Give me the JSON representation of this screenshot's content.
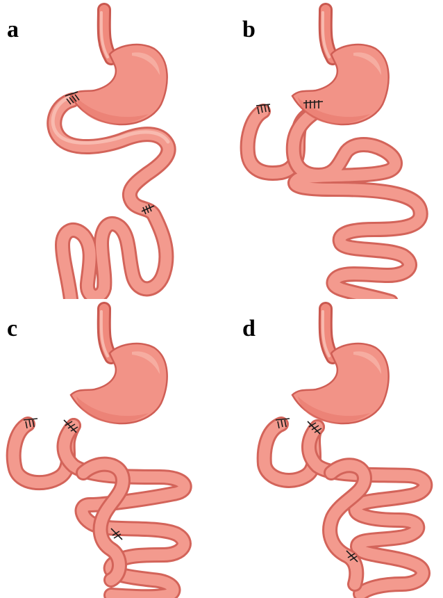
{
  "panels": [
    {
      "id": "a",
      "label": "a"
    },
    {
      "id": "b",
      "label": "b"
    },
    {
      "id": "c",
      "label": "c"
    },
    {
      "id": "d",
      "label": "d"
    }
  ],
  "colors": {
    "intestine": "#f39a8e",
    "intestine_outline": "#d3645a",
    "stomach": "#f29387",
    "suture": "#1a1a1a",
    "background": "#ffffff"
  }
}
